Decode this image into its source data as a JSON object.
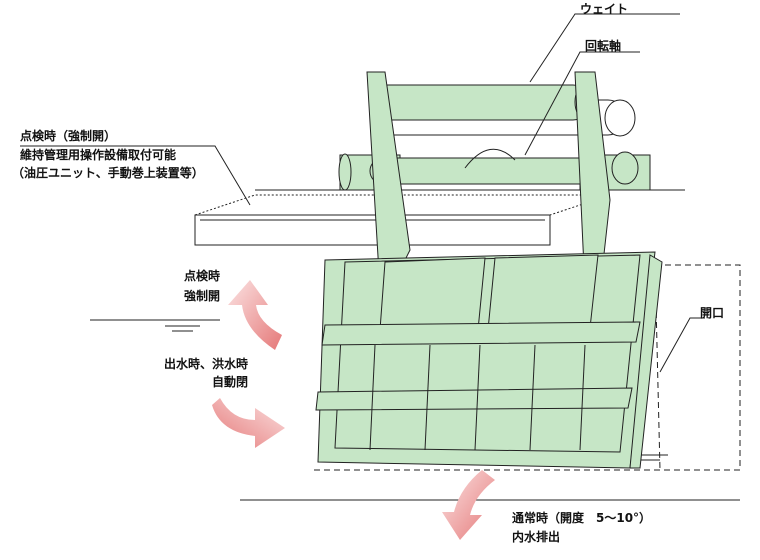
{
  "labels": {
    "weight": "ウェイト",
    "rotation_axis": "回転軸",
    "inspection_title": "点検時（強制開）",
    "inspection_line2": "維持管理用操作設備取付可能",
    "inspection_line3": "（油圧ユニット、手動巻上装置等）",
    "forced_open_1": "点検時",
    "forced_open_2": "強制開",
    "auto_close_1": "出水時、洪水時",
    "auto_close_2": "自動閉",
    "opening": "開口",
    "normal_1": "通常時（開度　5～10°）",
    "normal_2": "内水排出"
  },
  "colors": {
    "gate_fill": "#c6e6c6",
    "arrow": "#e98a8a",
    "line": "#222222"
  }
}
